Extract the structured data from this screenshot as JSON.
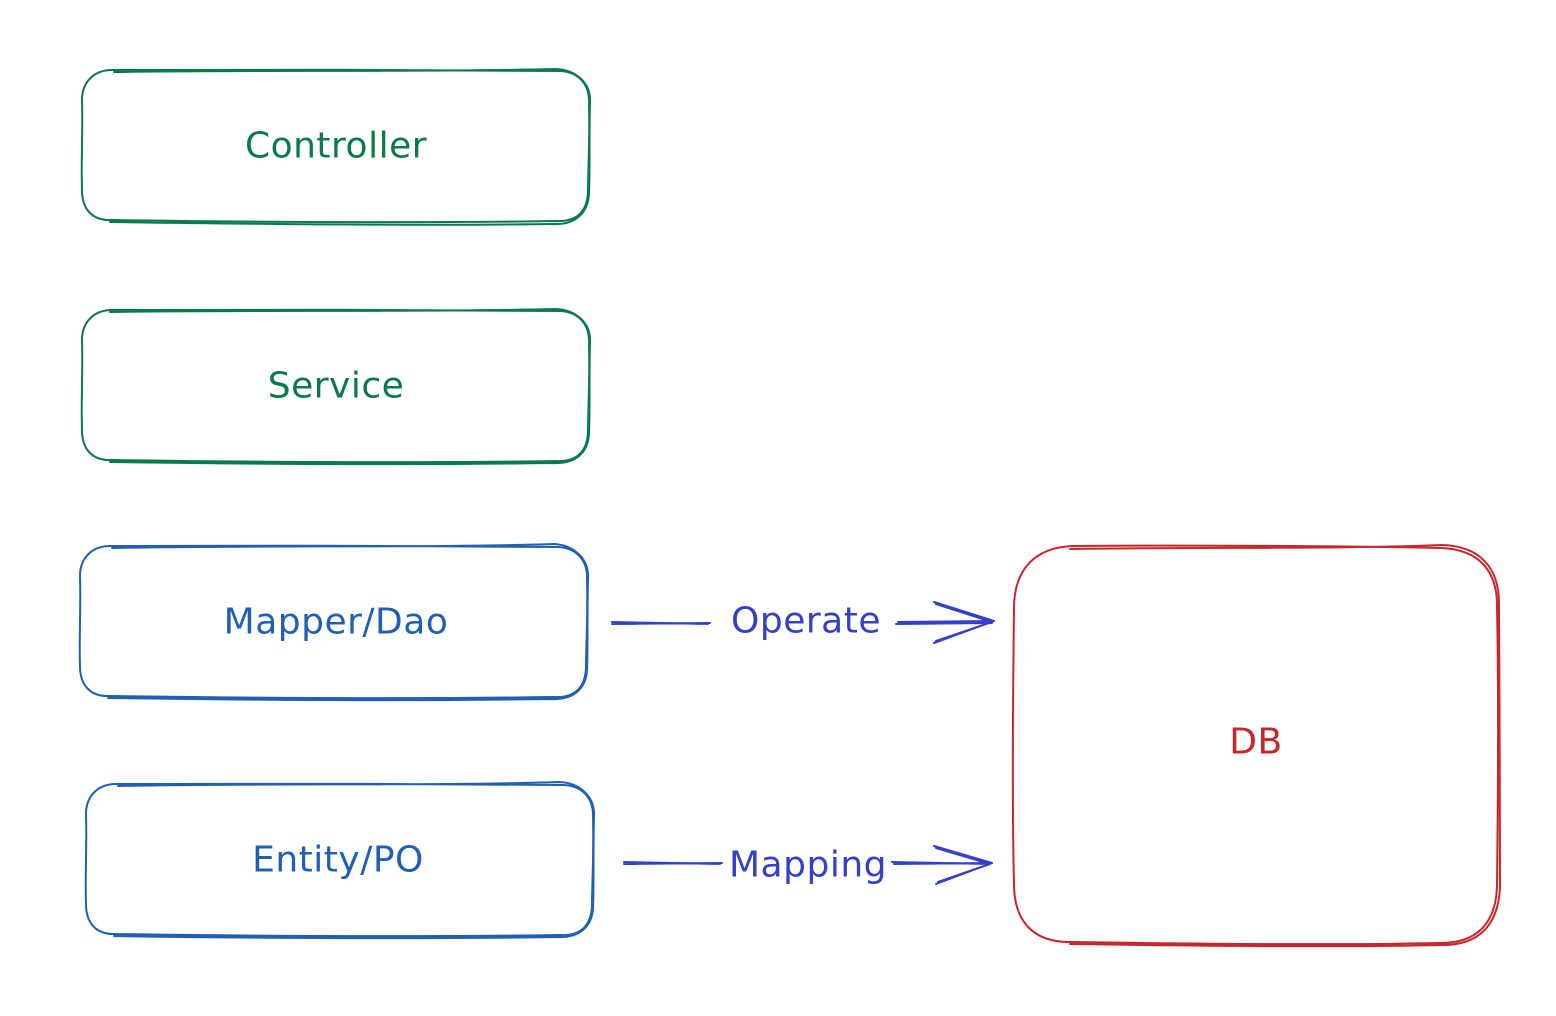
{
  "colors": {
    "app_layer": "#0b7a4a",
    "data_layer": "#1f5fb5",
    "database": "#c9262b",
    "relation": "#3340c9"
  },
  "nodes": {
    "controller": {
      "label": "Controller"
    },
    "service": {
      "label": "Service"
    },
    "mapper": {
      "label": "Mapper/Dao"
    },
    "entity": {
      "label": "Entity/PO"
    },
    "db": {
      "label": "DB"
    }
  },
  "edges": {
    "operate": {
      "label": "Operate",
      "from": "Mapper/Dao",
      "to": "DB"
    },
    "mapping": {
      "label": "Mapping",
      "from": "Entity/PO",
      "to": "DB"
    }
  }
}
